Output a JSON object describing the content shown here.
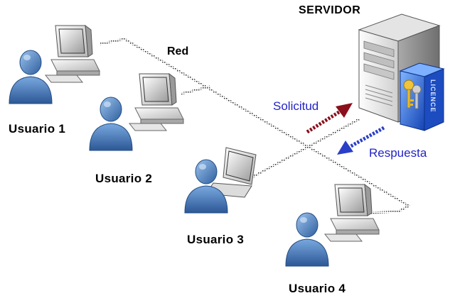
{
  "server": {
    "label": "SERVIDOR",
    "badge": "LICENCE"
  },
  "network": {
    "label": "Red"
  },
  "arrows": {
    "request": "Solicitud",
    "response": "Respuesta"
  },
  "users": [
    {
      "label": "Usuario 1"
    },
    {
      "label": "Usuario 2"
    },
    {
      "label": "Usuario 3"
    },
    {
      "label": "Usuario 4"
    }
  ],
  "colors": {
    "request_arrow": "#8b0f1c",
    "response_arrow": "#2a3fc8",
    "person": "#4a7fc0",
    "label_blue": "#2323c8"
  }
}
